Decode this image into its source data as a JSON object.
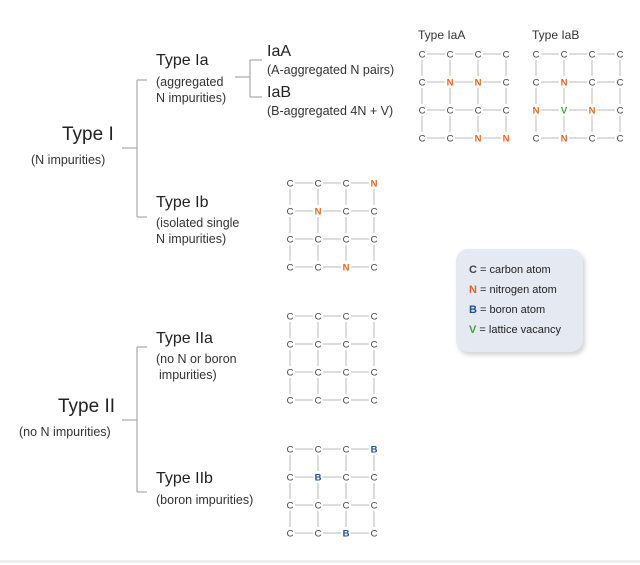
{
  "type_i": {
    "label": "Type I",
    "sub": "(N impurities)"
  },
  "type_ia": {
    "label": "Type Ia",
    "sub": [
      "(aggregated",
      "N impurities)"
    ]
  },
  "iaa": {
    "label": "IaA",
    "sub": "(A-aggregated N pairs)"
  },
  "iab": {
    "label": "IaB",
    "sub": "(B-aggregated 4N + V)"
  },
  "type_ib": {
    "label": "Type Ib",
    "sub": [
      "(isolated single",
      "N impurities)"
    ]
  },
  "type_ii": {
    "label": "Type II",
    "sub": "(no N impurities)"
  },
  "type_iia": {
    "label": "Type IIa",
    "sub": [
      "(no N or boron",
      "impurities)"
    ]
  },
  "type_iib": {
    "label": "Type IIb",
    "sub": "(boron impurities)"
  },
  "grid_titles": {
    "iaa": "Type IaA",
    "iab": "Type IaB"
  },
  "colors": {
    "N": "#e8641c",
    "B": "#1c4fa0",
    "V": "#3aa832",
    "C": "#444444",
    "bond": "#bbbbbb",
    "bracket": "#aaaaaa"
  },
  "grids": {
    "iaa": [
      [
        "C",
        "C",
        "C",
        "C"
      ],
      [
        "C",
        "N",
        "N",
        "C"
      ],
      [
        "C",
        "C",
        "C",
        "C"
      ],
      [
        "C",
        "C",
        "N",
        "N"
      ]
    ],
    "iab": [
      [
        "C",
        "C",
        "C",
        "C"
      ],
      [
        "C",
        "N",
        "C",
        "C"
      ],
      [
        "N",
        "V",
        "N",
        "C"
      ],
      [
        "C",
        "N",
        "C",
        "C"
      ]
    ],
    "ib": [
      [
        "C",
        "C",
        "C",
        "N"
      ],
      [
        "C",
        "N",
        "C",
        "C"
      ],
      [
        "C",
        "C",
        "C",
        "C"
      ],
      [
        "C",
        "C",
        "N",
        "C"
      ]
    ],
    "iia": [
      [
        "C",
        "C",
        "C",
        "C"
      ],
      [
        "C",
        "C",
        "C",
        "C"
      ],
      [
        "C",
        "C",
        "C",
        "C"
      ],
      [
        "C",
        "C",
        "C",
        "C"
      ]
    ],
    "iib": [
      [
        "C",
        "C",
        "C",
        "B"
      ],
      [
        "C",
        "B",
        "C",
        "C"
      ],
      [
        "C",
        "C",
        "C",
        "C"
      ],
      [
        "C",
        "C",
        "B",
        "C"
      ]
    ]
  },
  "legend": [
    {
      "sym": "C",
      "text": "= carbon atom"
    },
    {
      "sym": "N",
      "text": "= nitrogen atom"
    },
    {
      "sym": "B",
      "text": "= boron atom"
    },
    {
      "sym": "V",
      "text": "= lattice vacancy"
    }
  ]
}
